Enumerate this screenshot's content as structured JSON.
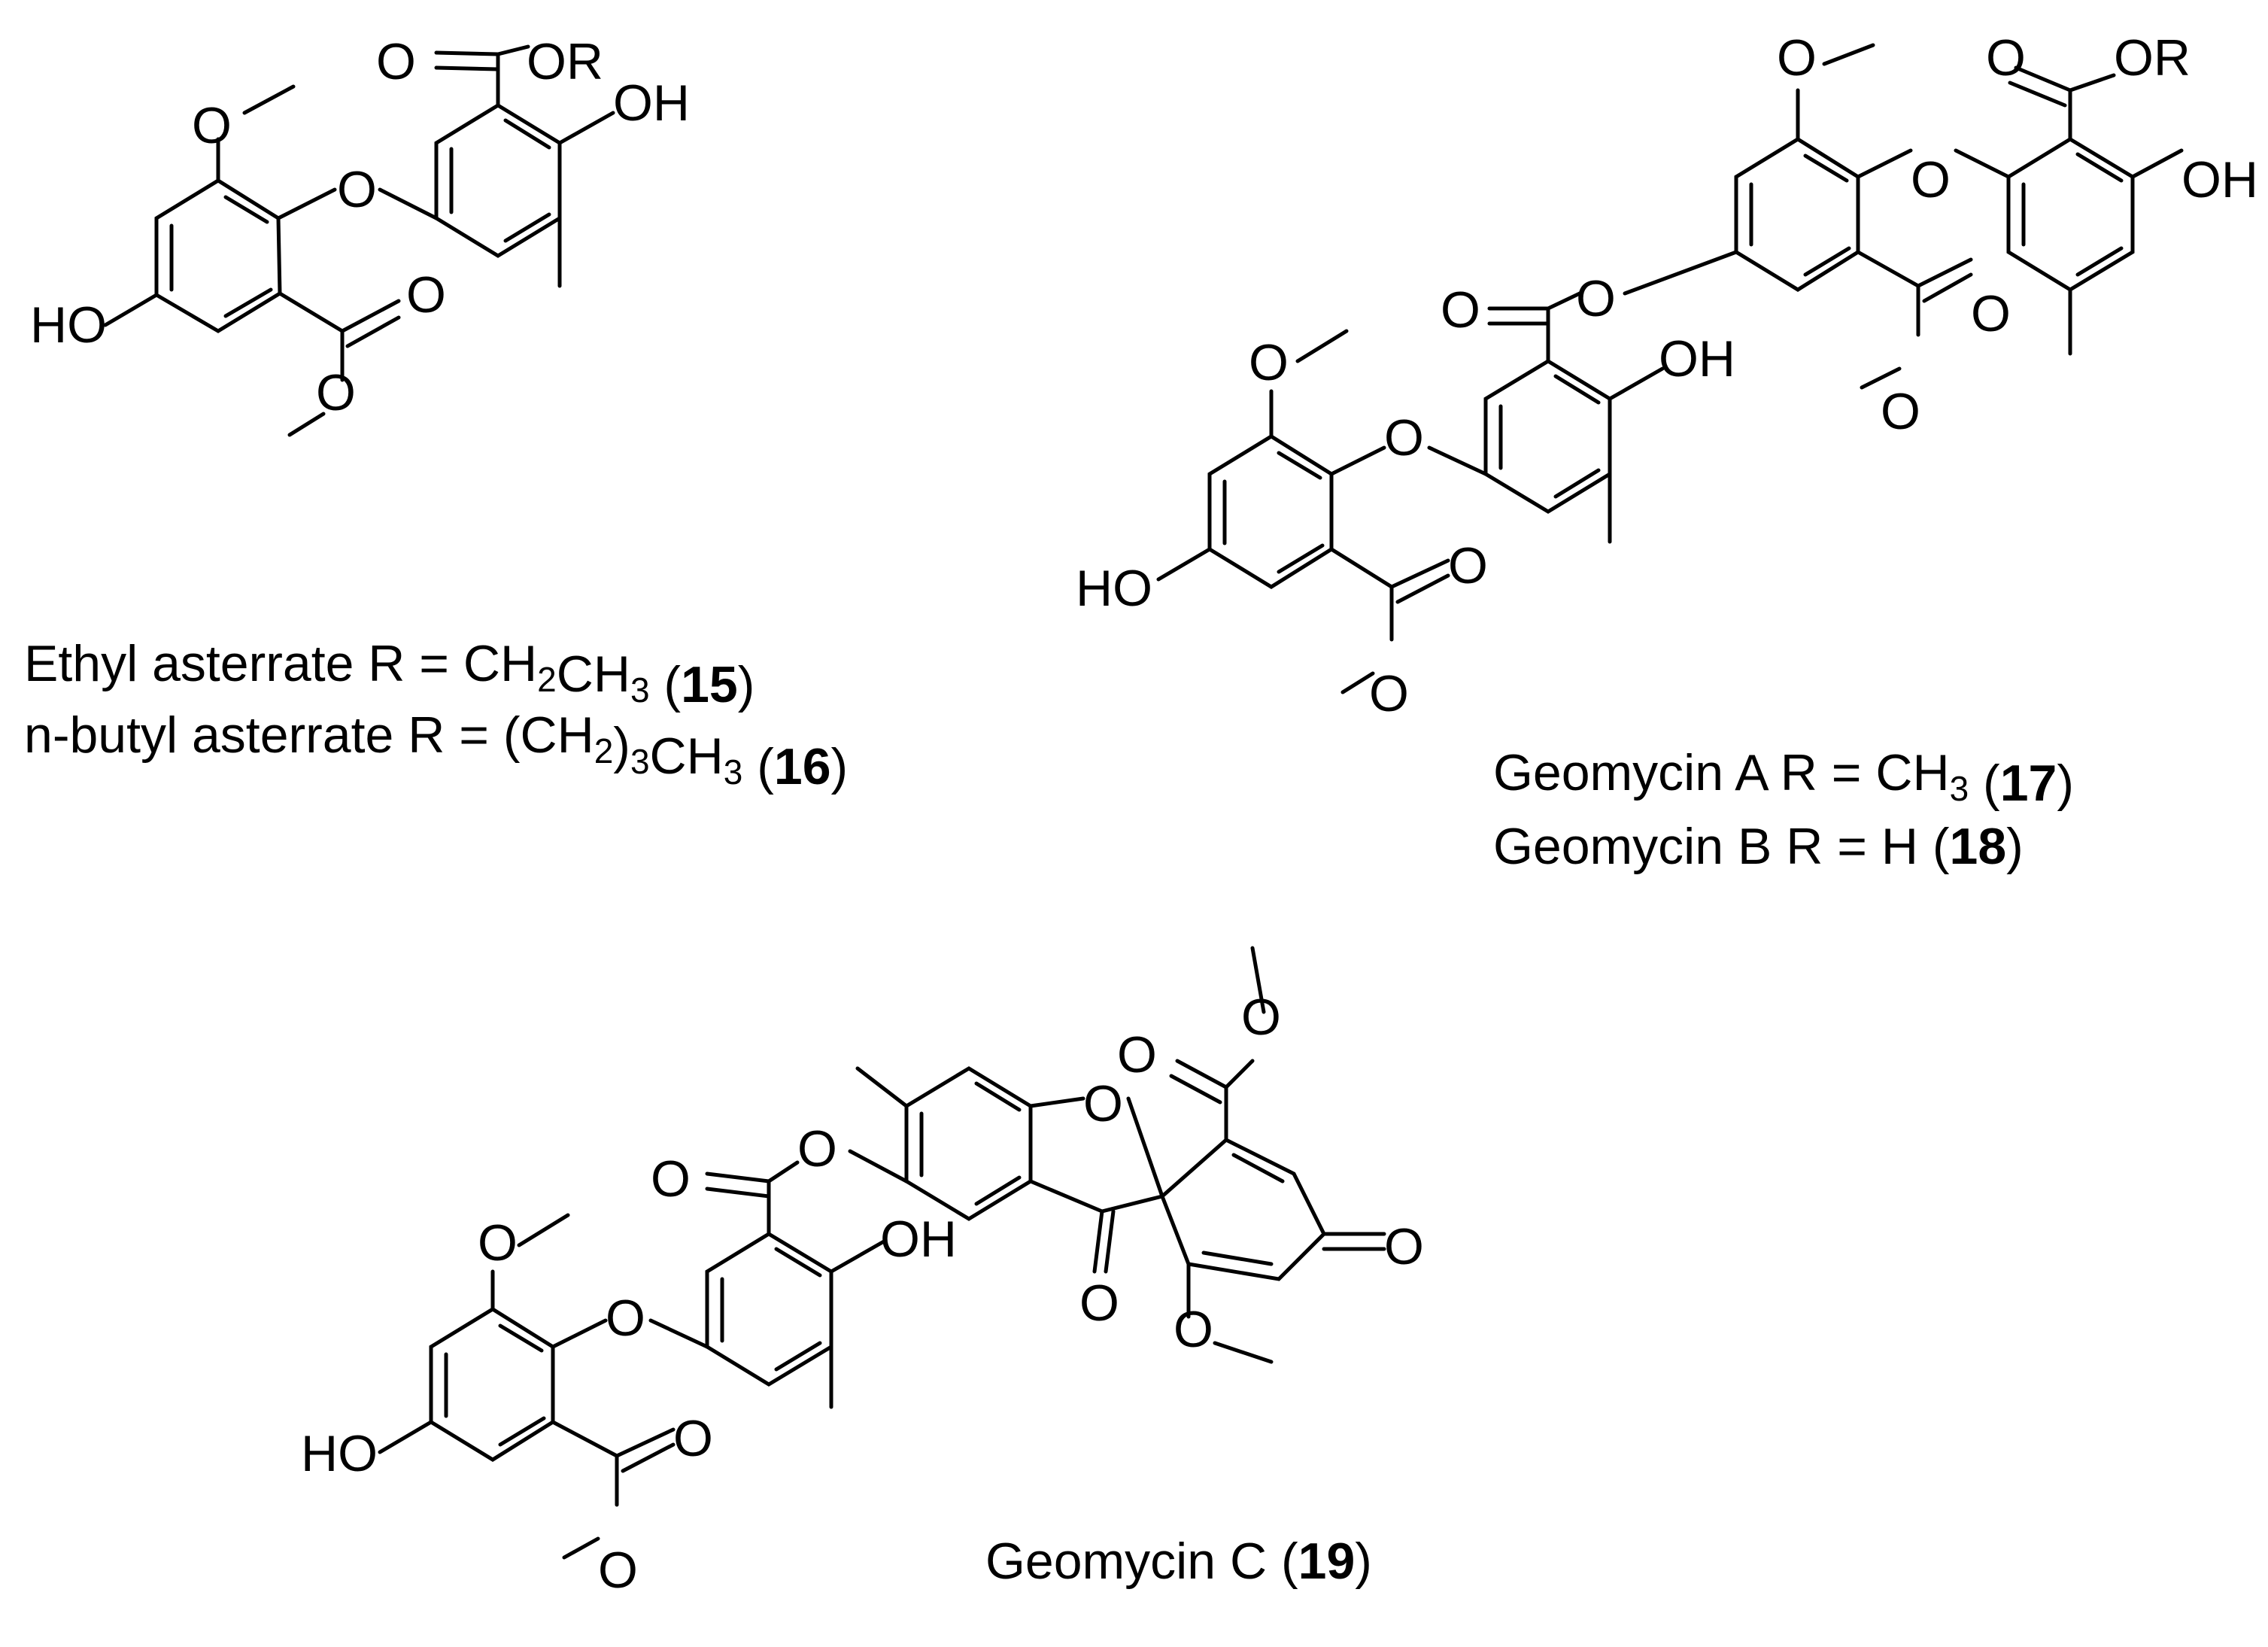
{
  "compounds": [
    {
      "id": "asterrates",
      "caption_lines": [
        {
          "parts": [
            {
              "t": "Ethyl asterrate R = CH"
            },
            {
              "t": "2",
              "sub": true
            },
            {
              "t": "CH"
            },
            {
              "t": "3",
              "sub": true
            },
            {
              "t": " ("
            },
            {
              "t": "15",
              "bold": true
            },
            {
              "t": ")"
            }
          ]
        },
        {
          "parts": [
            {
              "t": "n-butyl asterrate R = (CH"
            },
            {
              "t": "2",
              "sub": true
            },
            {
              "t": ")"
            },
            {
              "t": "3",
              "sub": true
            },
            {
              "t": "CH"
            },
            {
              "t": "3",
              "sub": true
            },
            {
              "t": " ("
            },
            {
              "t": "16",
              "bold": true
            },
            {
              "t": ")"
            }
          ]
        }
      ]
    },
    {
      "id": "geomycins-ab",
      "caption_lines": [
        {
          "parts": [
            {
              "t": "Geomycin A R = CH"
            },
            {
              "t": "3",
              "sub": true
            },
            {
              "t": " ("
            },
            {
              "t": "17",
              "bold": true
            },
            {
              "t": ")"
            }
          ]
        },
        {
          "parts": [
            {
              "t": "Geomycin B R = H ("
            },
            {
              "t": "18",
              "bold": true
            },
            {
              "t": ")"
            }
          ]
        }
      ]
    },
    {
      "id": "geomycin-c",
      "caption_lines": [
        {
          "parts": [
            {
              "t": "Geomycin C ("
            },
            {
              "t": "19",
              "bold": true
            },
            {
              "t": ")"
            }
          ]
        }
      ]
    }
  ],
  "atom_labels": {
    "O": "O",
    "OR": "OR",
    "OH": "OH",
    "HO": "HO"
  }
}
